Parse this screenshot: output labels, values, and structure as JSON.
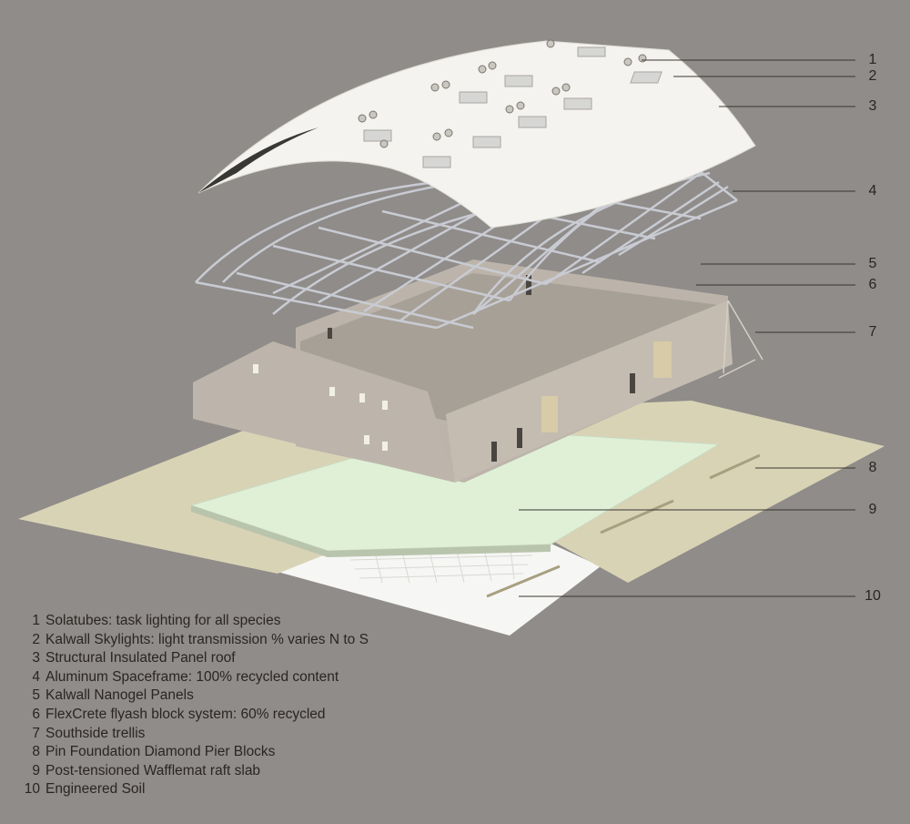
{
  "diagram": {
    "type": "exploded-axonometric",
    "callouts": [
      {
        "num": "1",
        "label": "Solatubes: task lighting for all species"
      },
      {
        "num": "2",
        "label": "Kalwall Skylights: light transmission % varies N to S"
      },
      {
        "num": "3",
        "label": "Structural Insulated Panel roof"
      },
      {
        "num": "4",
        "label": "Aluminum Spaceframe: 100% recycled content"
      },
      {
        "num": "5",
        "label": "Kalwall Nanogel Panels"
      },
      {
        "num": "6",
        "label": "FlexCrete flyash block system: 60% recycled"
      },
      {
        "num": "7",
        "label": "Southside trellis"
      },
      {
        "num": "8",
        "label": "Pin Foundation Diamond Pier Blocks"
      },
      {
        "num": "9",
        "label": "Post-tensioned Wafflemat raft slab"
      },
      {
        "num": "10",
        "label": "Engineered Soil"
      }
    ]
  },
  "colors": {
    "background": "#8f8c89",
    "text": "#2a2522",
    "roof": "#f4f3ef",
    "ground": "#d9d3b6",
    "slab": "#dff0d6",
    "wall": "#b8b0a6",
    "soil": "#f6f6f4"
  }
}
